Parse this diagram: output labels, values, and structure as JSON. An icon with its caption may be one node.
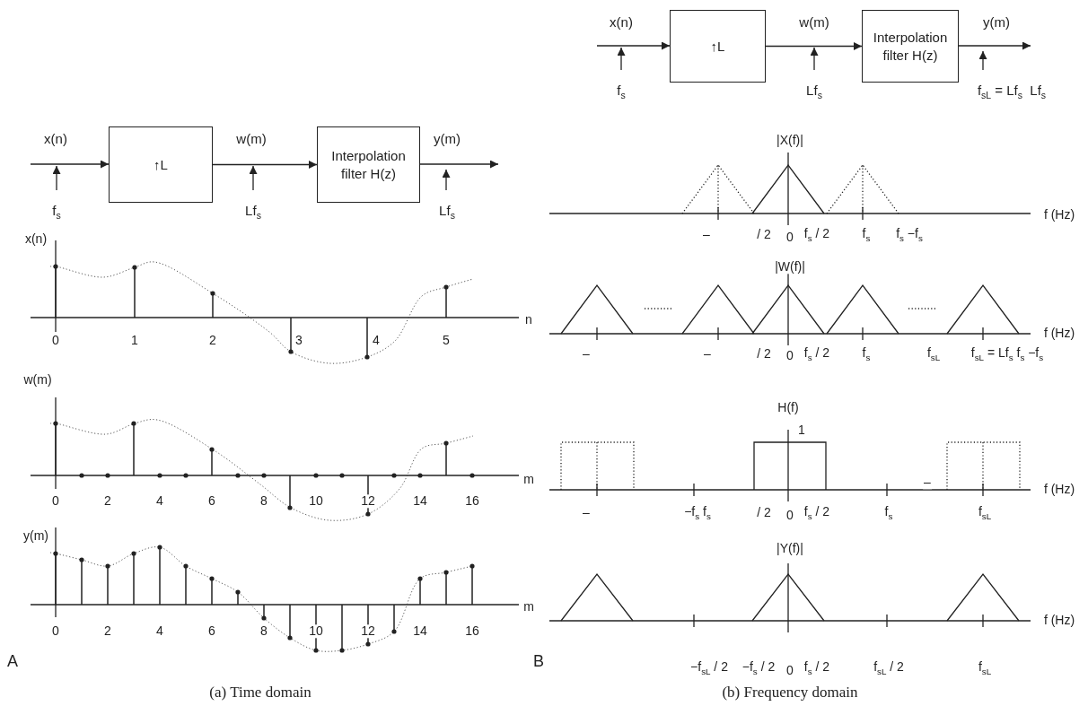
{
  "diagram": {
    "nodes": [
      {
        "text": [
          "↑L"
        ]
      },
      {
        "text": [
          "Interpolation filter H(z)"
        ]
      },
      {
        "text": [
          "f$_{s}$"
        ]
      },
      {
        "text": [
          "Lf$_{s}$"
        ]
      },
      {
        "text": [
          "f$_{sL}$ = Lf$_{s}$  Lf$_{s}$"
        ]
      },
      {
        "text": [
          "↑L"
        ]
      },
      {
        "text": [
          "Interpolation filter H(z)"
        ]
      },
      {
        "text": [
          "f$_{s}$"
        ]
      },
      {
        "text": [
          "Lf$_{s}$"
        ]
      },
      {
        "text": [
          "Lf$_{s}$"
        ]
      }
    ],
    "edges": [
      {
        "from": null,
        "to": 0,
        "arrow": "to",
        "label": "x(n)"
      },
      {
        "from": 0,
        "to": 1,
        "arrow": "to",
        "label": "w(m)"
      },
      {
        "from": 1,
        "to": null,
        "arrow": "to",
        "label": "y(m)"
      },
      {
        "from": 2,
        "to": null,
        "arrow": "to"
      },
      {
        "from": 3,
        "to": null,
        "arrow": "to"
      },
      {
        "from": 4,
        "to": null,
        "arrow": "to"
      },
      {
        "from": null,
        "to": 5,
        "arrow": "to",
        "label": "x(n)"
      },
      {
        "from": 5,
        "to": 6,
        "arrow": "to",
        "label": "w(m)"
      },
      {
        "from": 6,
        "to": null,
        "arrow": "to",
        "label": "y(m)"
      },
      {
        "from": 7,
        "to": null,
        "arrow": "to"
      },
      {
        "from": 8,
        "to": null,
        "arrow": "to"
      },
      {
        "from": 9,
        "to": null,
        "arrow": "to"
      }
    ],
    "labels": [
      "x(n)",
      "0",
      "1",
      "2",
      "3",
      "4",
      "5",
      "n",
      "w(m)",
      "0",
      "2",
      "4",
      "6",
      "8",
      "10",
      "12",
      "14",
      "16",
      "m",
      "y(m)",
      "0",
      "2",
      "4",
      "6",
      "8",
      "10",
      "12",
      "14",
      "16",
      "m",
      "A",
      "(a) Time domain",
      "|X(f)|",
      "f (Hz)",
      "–",
      "/ 2",
      "0",
      "f$_{s}$ / 2",
      "f$_{s}$",
      "f$_{s}$ −f$_{s}$",
      "|W(f)|",
      "f (Hz)",
      "–",
      "–",
      "/ 2",
      "0",
      "f$_{s}$ / 2",
      "f$_{s}$",
      "f$_{sL}$",
      "f$_{sL}$ = Lf$_{s}$ f$_{s}$ −f$_{s}$",
      "H(f)",
      "1",
      "–",
      "f (Hz)",
      "–",
      "−f$_{s}$ f$_{s}$",
      "/ 2",
      "0",
      "f$_{s}$ / 2",
      "f$_{s}$",
      "f$_{sL}$",
      "|Y(f)|",
      "f (Hz)",
      "−f$_{sL}$ / 2",
      "−f$_{s}$ / 2",
      "0",
      "f$_{s}$ / 2",
      "f$_{sL}$ / 2",
      "f$_{sL}$",
      "B",
      "(b) Frequency domain"
    ]
  }
}
